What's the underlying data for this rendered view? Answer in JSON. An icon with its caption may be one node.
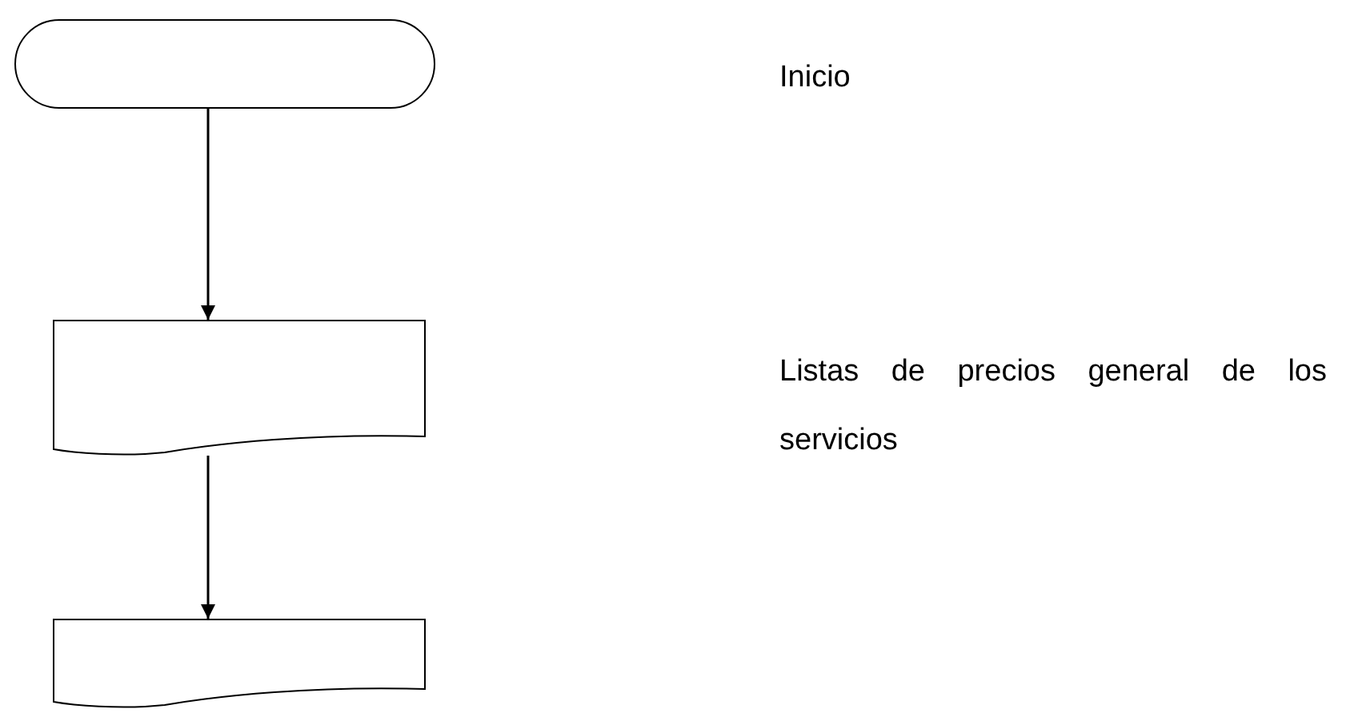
{
  "diagram": {
    "nodes": [
      {
        "text": [],
        "shape": "terminal"
      },
      {
        "text": [],
        "shape": "document"
      },
      {
        "text": [],
        "shape": "document"
      }
    ],
    "edges": [
      {
        "from": 0,
        "to": 1,
        "arrow": "to"
      },
      {
        "from": 1,
        "to": 2,
        "arrow": "to"
      }
    ],
    "labels": [
      "Inicio",
      "Listas de precios general de los servicios"
    ]
  }
}
